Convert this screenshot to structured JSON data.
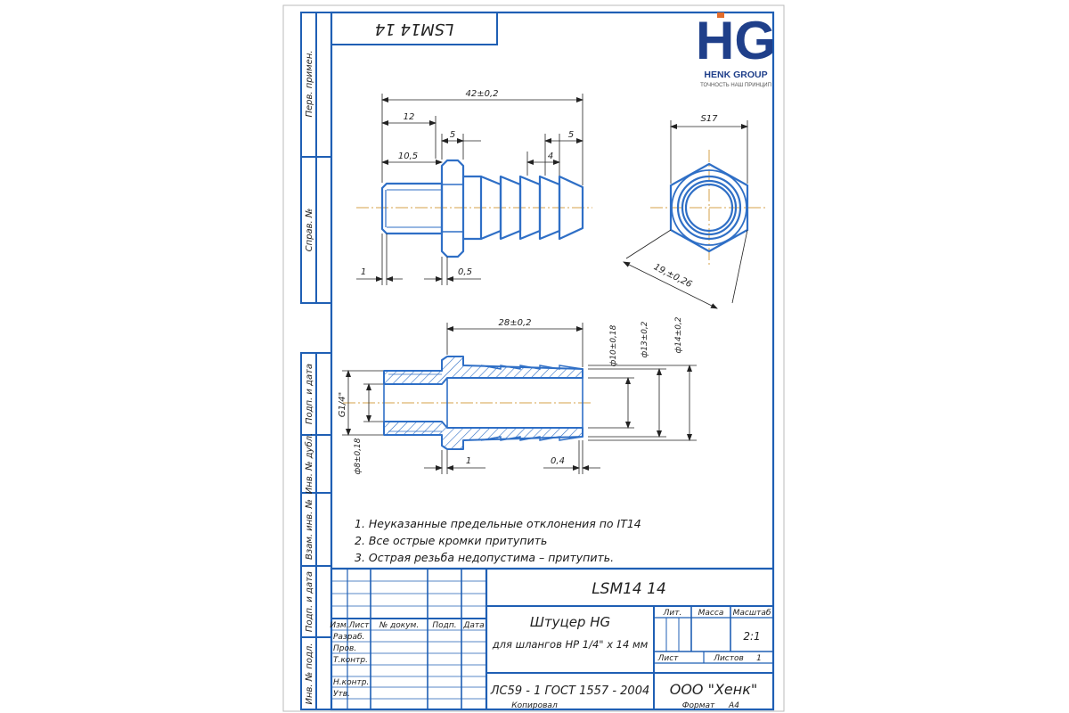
{
  "document": {
    "code": "LSM14 14",
    "code_rotated": "LSM14 14",
    "logo": {
      "letters": "HG",
      "company": "HENK GROUP",
      "slogan": "ТОЧНОСТЬ НАШ ПРИНЦИП"
    },
    "side_labels": [
      "Перв. примен.",
      "Справ. №",
      "Подп. и дата",
      "Инв. № дубл.",
      "Взам. инв. №",
      "Подп. и дата",
      "Инв. № подл."
    ],
    "dimensions": {
      "total_length": "42±0,2",
      "thread_part": "12",
      "thread_length": "10,5",
      "nut_width": "5",
      "barb_pitch": "4",
      "barb_end": "5",
      "chamfer": "1",
      "gap": "0,5",
      "hex_flat": "S17",
      "hex_corner": "19,±0,26",
      "bore_length": "28±0,2",
      "d_inner": "ф10±0,18",
      "d_barb": "ф13±0,2",
      "d_outer": "ф14±0,2",
      "thread": "G1/4\"",
      "d_thread_bore": "ф8±0,18",
      "sec_chamfer": "1",
      "sec_end": "0,4"
    },
    "notes": [
      "1. Неуказанные предельные отклонения по IT14",
      "2. Все острые кромки притупить",
      "3. Острая резьба недопустима – притупить."
    ],
    "title_block": {
      "designation": "LSM14 14",
      "name_line1": "Штуцер HG",
      "name_line2": "для шлангов НР 1/4\" х 14 мм",
      "material": "ЛС59 - 1 ГОСТ 1557 - 2004",
      "company": "ООО \"Хенк\"",
      "col_izm": "Изм.",
      "col_list": "Лист",
      "col_doc": "№ докум.",
      "col_sign": "Подп.",
      "col_date": "Дата",
      "rows": [
        "Разраб.",
        "Пров.",
        "Т.контр.",
        "Н.контр.",
        "Утв."
      ],
      "lit": "Лит.",
      "mass": "Масса",
      "scale_label": "Масштаб",
      "scale": "2:1",
      "sheet": "Лист",
      "sheets": "Листов",
      "sheets_count": "1",
      "copied": "Копировал",
      "format": "Формат",
      "format_value": "А4"
    },
    "colors": {
      "frame": "#1f5fb4",
      "part": "#2f6fc6",
      "center": "#d4a24a",
      "dim": "#222222"
    }
  }
}
